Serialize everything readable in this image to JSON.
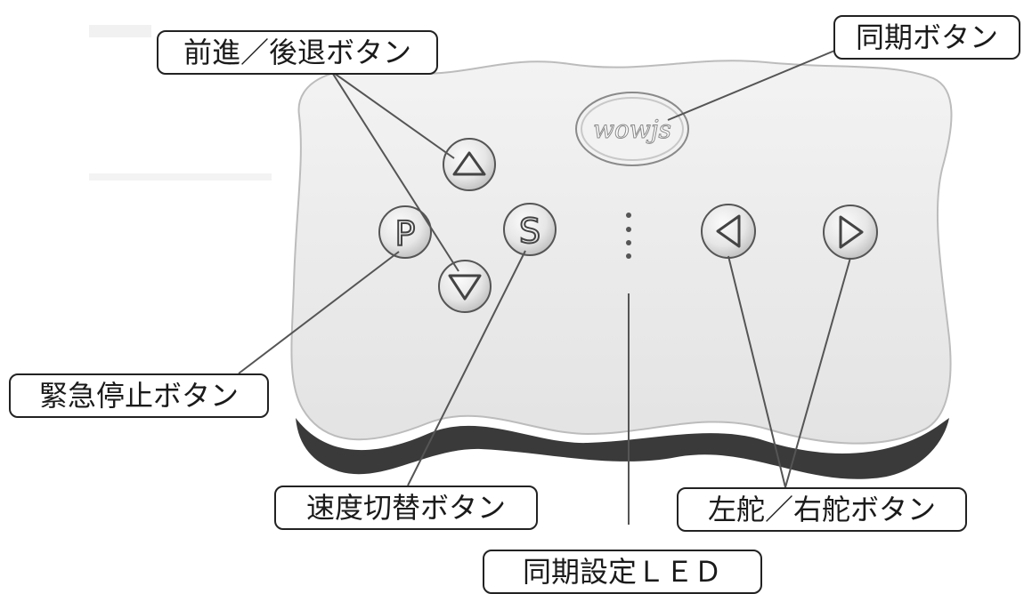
{
  "labels": {
    "forward_backward": "前進／後退ボタン",
    "sync_button": "同期ボタン",
    "emergency_stop": "緊急停止ボタン",
    "speed_switch": "速度切替ボタン",
    "rudder_left_right": "左舵／右舵ボタン",
    "sync_led": "同期設定ＬＥＤ"
  },
  "device": {
    "logo_text": "wowjs",
    "buttons": {
      "pause_glyph": "P",
      "speed_glyph": "S"
    }
  },
  "colors": {
    "device_body": "#ececec",
    "device_shadow": "#3a3a3a",
    "button_face": "#e2e2e2",
    "outline": "#222222"
  },
  "icons": {
    "forward": "up-triangle-icon",
    "backward": "down-triangle-icon",
    "left": "left-triangle-icon",
    "right": "right-triangle-icon"
  }
}
